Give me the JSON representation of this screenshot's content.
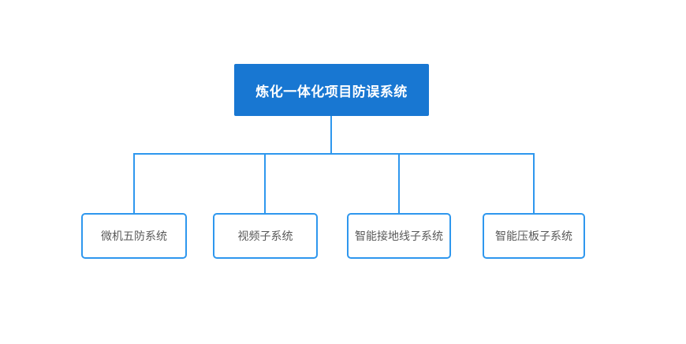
{
  "diagram": {
    "title_node": {
      "label": "炼化一体化项目防误系统"
    },
    "children": [
      {
        "label": "微机五防系统"
      },
      {
        "label": "视频子系统"
      },
      {
        "label": "智能接地线子系统"
      },
      {
        "label": "智能压板子系统"
      }
    ],
    "colors": {
      "root_fill": "#1877D2",
      "root_text": "#FFFFFF",
      "connector": "#2E97EE",
      "child_border": "#2E97EE",
      "child_text": "#595959",
      "background": "#FFFFFF"
    }
  }
}
